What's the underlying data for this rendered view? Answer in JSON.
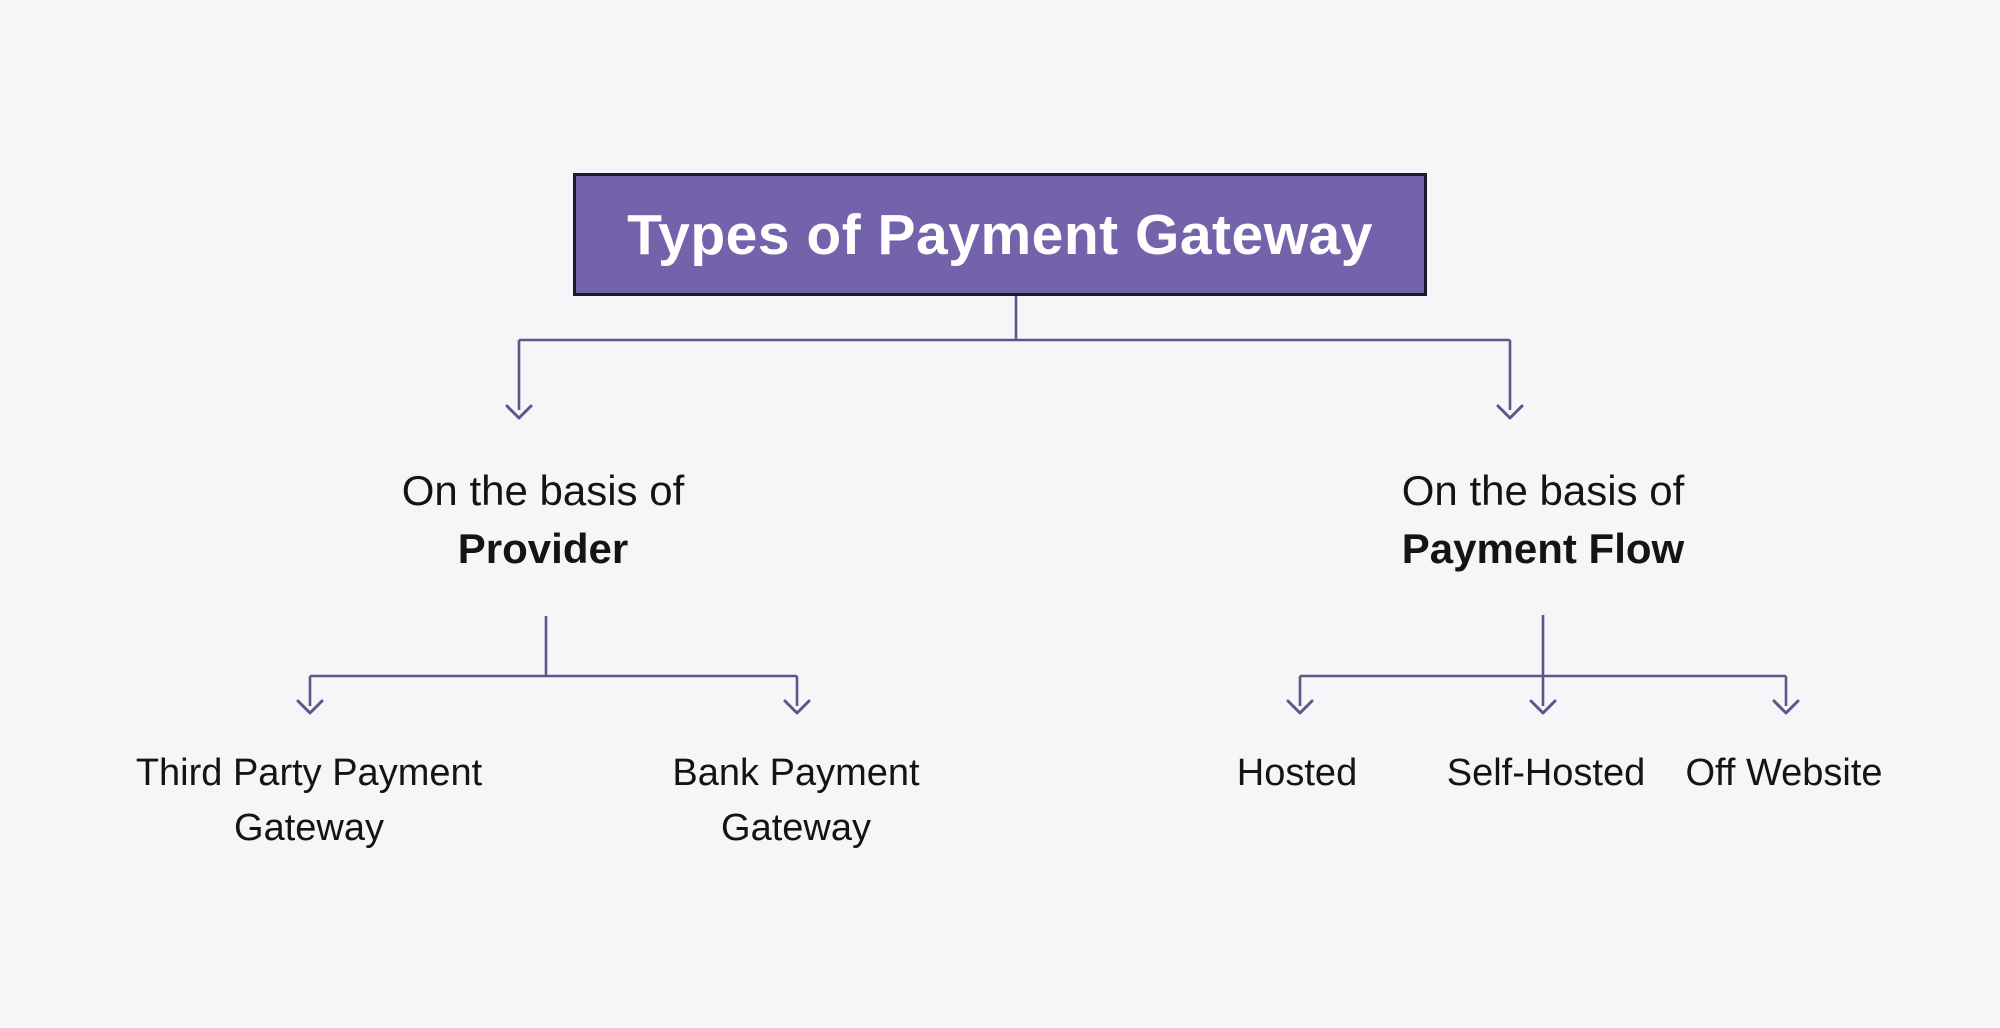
{
  "colors": {
    "background": "#f6f6f8",
    "title_fill": "#7463aa",
    "title_border": "#1c1a2e",
    "title_text": "#ffffff",
    "connector": "#5d5689",
    "node_text": "#141414"
  },
  "diagram": {
    "title": "Types of Payment Gateway",
    "branches": [
      {
        "prefix": "On the basis of",
        "name": "Provider",
        "children": [
          "Third Party Payment Gateway",
          "Bank Payment Gateway"
        ]
      },
      {
        "prefix": "On the basis of",
        "name": "Payment Flow",
        "children": [
          "Hosted",
          "Self-Hosted",
          "Off Website"
        ]
      }
    ]
  }
}
